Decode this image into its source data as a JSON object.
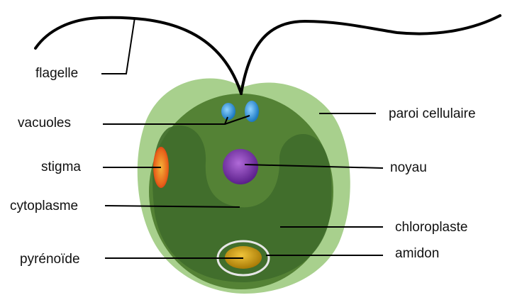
{
  "diagram": {
    "labels": {
      "flagelle": "flagelle",
      "vacuoles": "vacuoles",
      "stigma": "stigma",
      "cytoplasme": "cytoplasme",
      "pyrenoide": "pyrénoïde",
      "paroi": "paroi cellulaire",
      "noyau": "noyau",
      "chloroplaste": "chloroplaste",
      "amidon": "amidon"
    },
    "colors": {
      "cell_wall": "#a8d08d",
      "cytoplasm": "#548235",
      "chloroplast": "#3f6b2b",
      "nucleus": "#7030a0",
      "vacuole": "#2e9bd6",
      "stigma": "#e86a1a",
      "pyrenoid": "#c79a12",
      "lines": "#000000"
    }
  }
}
